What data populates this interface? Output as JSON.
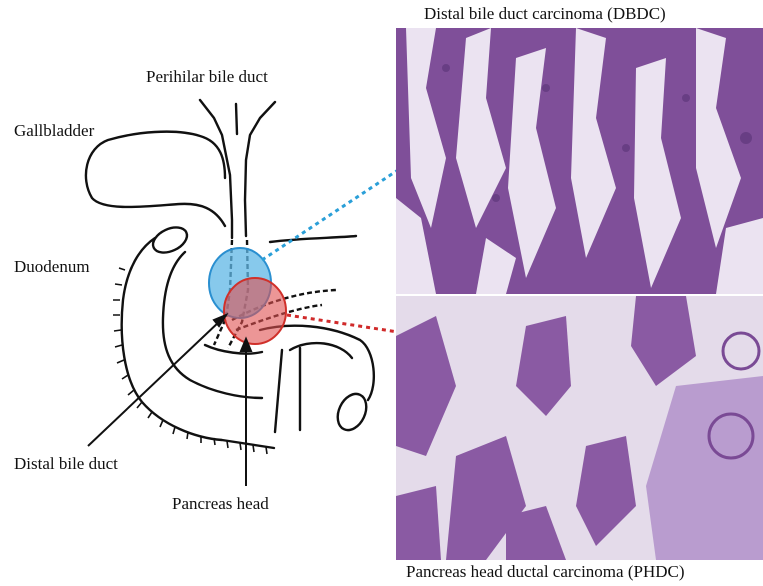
{
  "anatomy_labels": {
    "perihilar": "Perihilar bile duct",
    "gallbladder": "Gallbladder",
    "duodenum": "Duodenum",
    "distal_bile_duct": "Distal bile duct",
    "pancreas_head": "Pancreas head"
  },
  "panels": {
    "top_caption": "Distal bile duct carcinoma (DBDC)",
    "bottom_caption": "Pancreas head ductal carcinoma (PHDC)"
  },
  "colors": {
    "dbdc_region": "#5fb7e6",
    "phdc_region": "#e05050",
    "histology_background": "#e9e0ef",
    "histology_tissue": "#7f4f99"
  }
}
